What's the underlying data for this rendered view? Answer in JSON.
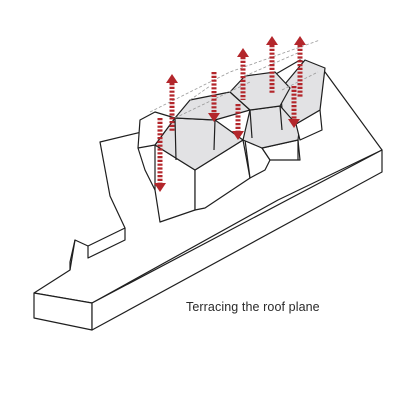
{
  "caption": "Terracing the roof plane",
  "colors": {
    "arrow": "#b3262b",
    "outline": "#1f1f1f",
    "roof_shade": "#e2e2e4",
    "guide": "#9a9a9a"
  },
  "arrows": [
    {
      "id": "arrow-1",
      "direction": "up"
    },
    {
      "id": "arrow-2",
      "direction": "down"
    },
    {
      "id": "arrow-3",
      "direction": "up"
    },
    {
      "id": "arrow-4",
      "direction": "up"
    },
    {
      "id": "arrow-5",
      "direction": "up"
    },
    {
      "id": "arrow-6",
      "direction": "down"
    },
    {
      "id": "arrow-7",
      "direction": "down"
    },
    {
      "id": "arrow-8",
      "direction": "down"
    }
  ]
}
